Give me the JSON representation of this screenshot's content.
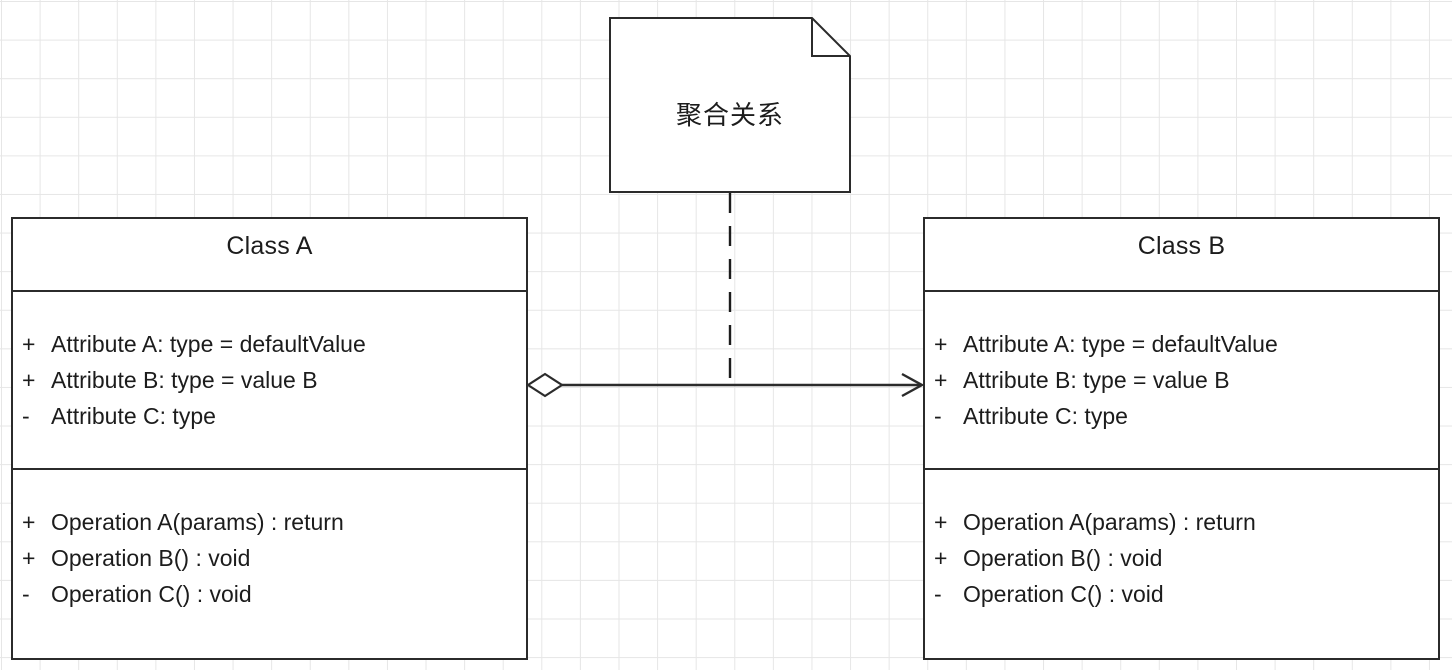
{
  "diagram": {
    "type": "uml-class-diagram",
    "background": "grid",
    "grid_color": "#e6e6e6",
    "stroke_color": "#2b2b2b",
    "fill_color": "#ffffff",
    "text_color": "#1c1c1c"
  },
  "note": {
    "text": "聚合关系",
    "shape": "note-folded-corner"
  },
  "classes": [
    {
      "name": "Class A",
      "attributes": [
        {
          "visibility": "+",
          "text": "Attribute A: type = defaultValue"
        },
        {
          "visibility": "+",
          "text": "Attribute B: type = value B"
        },
        {
          "visibility": "-",
          "text": "Attribute C: type"
        }
      ],
      "operations": [
        {
          "visibility": "+",
          "text": "Operation A(params) : return"
        },
        {
          "visibility": "+",
          "text": "Operation B() : void"
        },
        {
          "visibility": "-",
          "text": "Operation C() : void"
        }
      ]
    },
    {
      "name": "Class B",
      "attributes": [
        {
          "visibility": "+",
          "text": "Attribute A: type = defaultValue"
        },
        {
          "visibility": "+",
          "text": "Attribute B: type = value B"
        },
        {
          "visibility": "-",
          "text": "Attribute C: type"
        }
      ],
      "operations": [
        {
          "visibility": "+",
          "text": "Operation A(params) : return"
        },
        {
          "visibility": "+",
          "text": "Operation B() : void"
        },
        {
          "visibility": "-",
          "text": "Operation C() : void"
        }
      ]
    }
  ],
  "relationships": [
    {
      "kind": "aggregation",
      "source": "Class A",
      "target": "Class B",
      "source_decoration": "hollow-diamond",
      "target_decoration": "open-arrow",
      "line_style": "solid"
    },
    {
      "kind": "note-anchor",
      "source": "聚合关系",
      "target": "aggregation",
      "line_style": "dashed"
    }
  ]
}
